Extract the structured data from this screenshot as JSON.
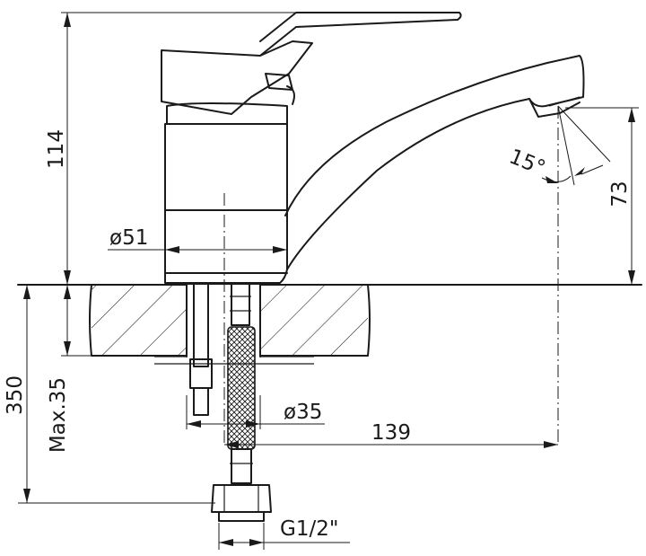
{
  "dimensions": {
    "faucet_height": "114",
    "spout_height": "73",
    "spout_angle": "15°",
    "body_diameter": "ø51",
    "total_hose_length": "350",
    "max_counter_thickness": "Max.35",
    "mounting_hole_diameter": "ø35",
    "spout_reach": "139",
    "connection_thread": "G1/2\""
  }
}
